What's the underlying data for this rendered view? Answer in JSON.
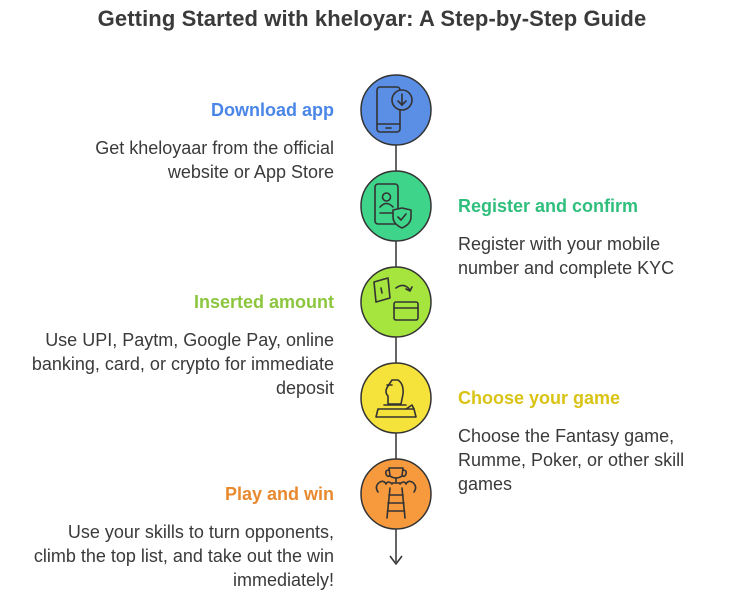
{
  "title": "Getting Started with kheloyar: A Step-by-Step Guide",
  "steps": [
    {
      "heading": "Download app",
      "description": "Get kheloyaar from the official website or App Store",
      "icon": "phone-download-icon",
      "color": "#5b8fe6",
      "heading_color": "#4a86e8"
    },
    {
      "heading": "Register and confirm",
      "description": "Register with your mobile number and complete KYC",
      "icon": "id-card-verified-icon",
      "color": "#3ed48a",
      "heading_color": "#2fbf7c"
    },
    {
      "heading": "Inserted amount",
      "description": "Use UPI, Paytm, Google Pay, online banking, card, or crypto for immediate deposit",
      "icon": "wallet-transfer-icon",
      "color": "#a6e43e",
      "heading_color": "#8cc63f"
    },
    {
      "heading": "Choose your game",
      "description": "Choose the Fantasy game, Rumme, Poker, or other skill games",
      "icon": "chess-knight-icon",
      "color": "#f5e23a",
      "heading_color": "#d9c315"
    },
    {
      "heading": "Play and win",
      "description": "Use your skills to turn opponents, climb the top list, and take out the win immediately!",
      "icon": "trophy-ladder-icon",
      "color": "#f79a3e",
      "heading_color": "#e8892f"
    }
  ]
}
